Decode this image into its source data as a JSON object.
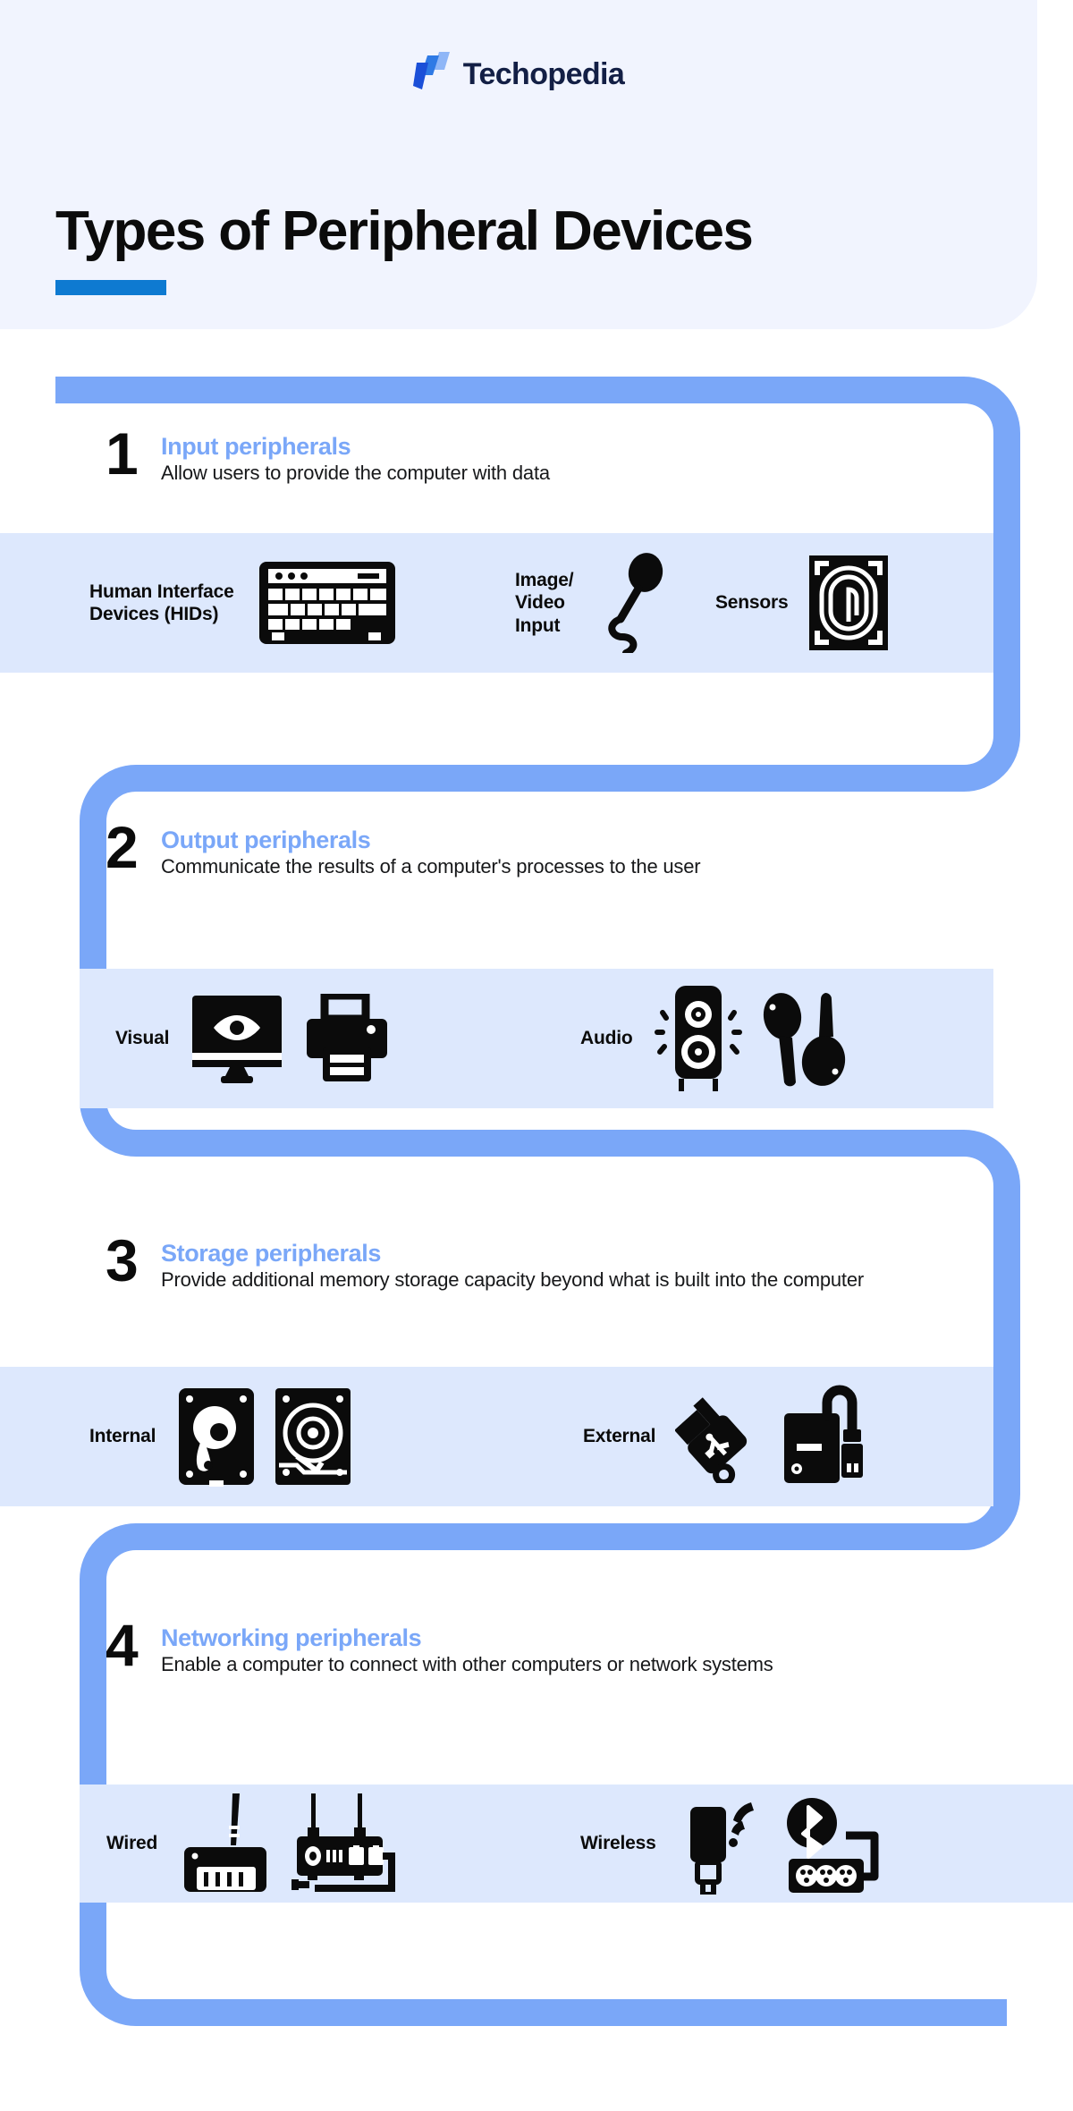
{
  "brand": {
    "name": "Techopedia",
    "logo_icon": "techopedia-logo-icon"
  },
  "header": {
    "title": "Types of Peripheral Devices",
    "accent_color": "#0e7ad1"
  },
  "colors": {
    "header_bg": "#f1f4fe",
    "snake": "#7aa7f8",
    "band": "#dde8fd",
    "section_title": "#7aa7f8",
    "text": "#17181a",
    "logo_dark": "#1b4fd8",
    "logo_mid": "#2f7ae5",
    "logo_light": "#8fb6f7",
    "brand_text": "#131f45"
  },
  "sections": [
    {
      "number": "1",
      "title": "Input peripherals",
      "description": "Allow users to provide the computer with data",
      "groups": [
        {
          "label": "Human Interface\nDevices (HIDs)",
          "icons": [
            "keyboard-icon"
          ]
        },
        {
          "label": "Image/\nVideo\nInput",
          "icons": [
            "microphone-icon"
          ]
        },
        {
          "label": "Sensors",
          "icons": [
            "fingerprint-scanner-icon"
          ]
        }
      ]
    },
    {
      "number": "2",
      "title": "Output peripherals",
      "description": "Communicate the results of a computer's processes to the user",
      "groups": [
        {
          "label": "Visual",
          "icons": [
            "monitor-icon",
            "printer-icon"
          ]
        },
        {
          "label": "Audio",
          "icons": [
            "speaker-icon",
            "earbuds-icon"
          ]
        }
      ]
    },
    {
      "number": "3",
      "title": "Storage peripherals",
      "description": "Provide additional memory storage capacity beyond what is built into the computer",
      "groups": [
        {
          "label": "Internal",
          "icons": [
            "hard-disk-drive-icon",
            "disk-platter-icon"
          ]
        },
        {
          "label": "External",
          "icons": [
            "usb-flash-drive-icon",
            "external-hard-drive-icon"
          ]
        }
      ]
    },
    {
      "number": "4",
      "title": "Networking peripherals",
      "description": "Enable a computer to connect with other computers or network systems",
      "groups": [
        {
          "label": "Wired",
          "icons": [
            "router-icon",
            "modem-icon"
          ]
        },
        {
          "label": "Wireless",
          "icons": [
            "wifi-adapter-icon",
            "bluetooth-adapter-icon"
          ]
        }
      ]
    }
  ]
}
